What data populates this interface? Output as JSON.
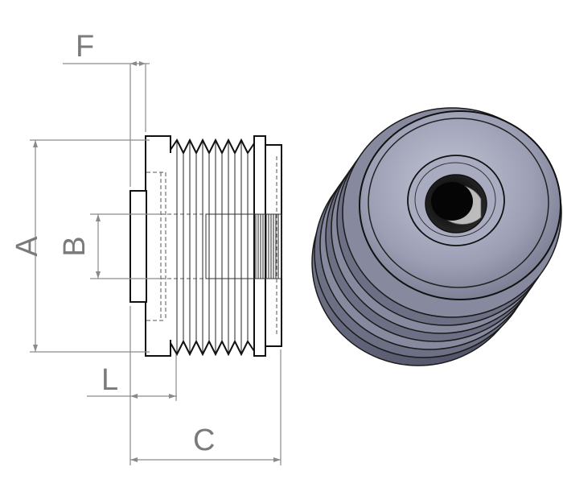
{
  "dimensions": {
    "A": "A",
    "B": "B",
    "C": "C",
    "F": "F",
    "L": "L"
  },
  "colors": {
    "dimension_line": "#8a8a8a",
    "outline": "#111111",
    "pulley_face": "#9c9fb4",
    "pulley_dark": "#5d6075"
  }
}
